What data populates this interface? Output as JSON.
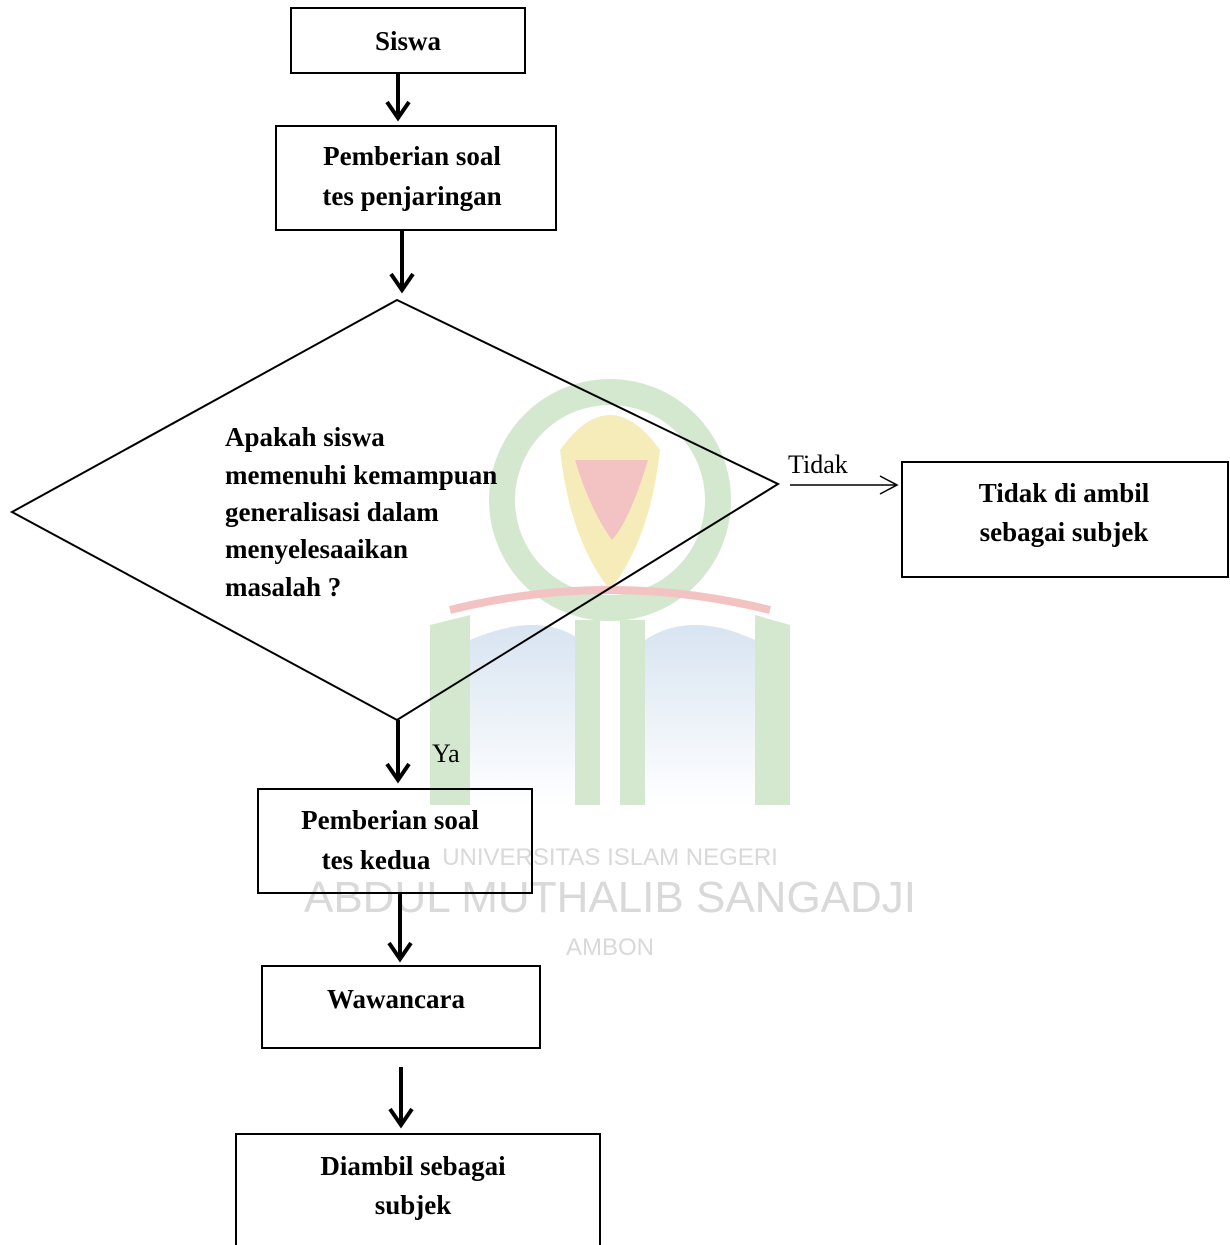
{
  "colors": {
    "line": "#000000",
    "watermark_green": "#d3e8cf",
    "watermark_dark_green": "#c4dcc0",
    "watermark_yellow": "#f6ecba",
    "watermark_red": "#f3c2c2",
    "watermark_blue": "#d8e4f1",
    "watermark_text": "#d9d9d9"
  },
  "nodes": {
    "start": "Siswa",
    "screening_line1": "Pemberian soal",
    "screening_line2": "tes penjaringan",
    "decision_line1": "Apakah siswa",
    "decision_line2": "memenuhi kemampuan",
    "decision_line3": "generalisasi dalam",
    "decision_line4": "menyelesaaikan",
    "decision_line5": "masalah ?",
    "reject_line1_a": "Tidak",
    "reject_line1_b": " di ambil",
    "reject_line2": "sebagai subjek",
    "second_test_line1": "Pemberian soal",
    "second_test_line2": "tes kedua",
    "interview": "Wawancara",
    "accept_line1": "Diambil sebagai",
    "accept_line2": "subjek"
  },
  "edges": {
    "no_label": "Tidak",
    "yes_label": "Ya"
  },
  "watermark": {
    "line1": "UNIVERSITAS ISLAM NEGERI",
    "line2": "ABDUL MUTHALIB SANGADJI",
    "line3": "AMBON"
  }
}
